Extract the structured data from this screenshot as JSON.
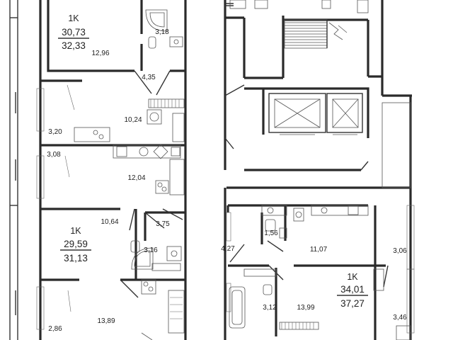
{
  "apartments": [
    {
      "id": "apt-1",
      "type": "1K",
      "living_area": "30,73",
      "total_area": "32,33"
    },
    {
      "id": "apt-2",
      "type": "1K",
      "living_area": "29,59",
      "total_area": "31,13"
    },
    {
      "id": "apt-3",
      "type": "1K",
      "living_area": "34,01",
      "total_area": "37,27"
    }
  ],
  "rooms": [
    {
      "id": "r1",
      "area": "3,18"
    },
    {
      "id": "r2",
      "area": "12,96"
    },
    {
      "id": "r3",
      "area": "4,35"
    },
    {
      "id": "r4",
      "area": "10,24"
    },
    {
      "id": "r5",
      "area": "3,20"
    },
    {
      "id": "r6",
      "area": "3,08"
    },
    {
      "id": "r7",
      "area": "12,04"
    },
    {
      "id": "r8",
      "area": "10,64"
    },
    {
      "id": "r9",
      "area": "3,75"
    },
    {
      "id": "r10",
      "area": "3,16"
    },
    {
      "id": "r11",
      "area": "13,89"
    },
    {
      "id": "r12",
      "area": "2,86"
    },
    {
      "id": "r13",
      "area": "1,56"
    },
    {
      "id": "r14",
      "area": "4,27"
    },
    {
      "id": "r15",
      "area": "11,07"
    },
    {
      "id": "r16",
      "area": "3,06"
    },
    {
      "id": "r17",
      "area": "3,12"
    },
    {
      "id": "r18",
      "area": "13,99"
    },
    {
      "id": "r19",
      "area": "3,46"
    }
  ],
  "colors": {
    "wall": "#2a2a2a",
    "background": "#ffffff"
  }
}
